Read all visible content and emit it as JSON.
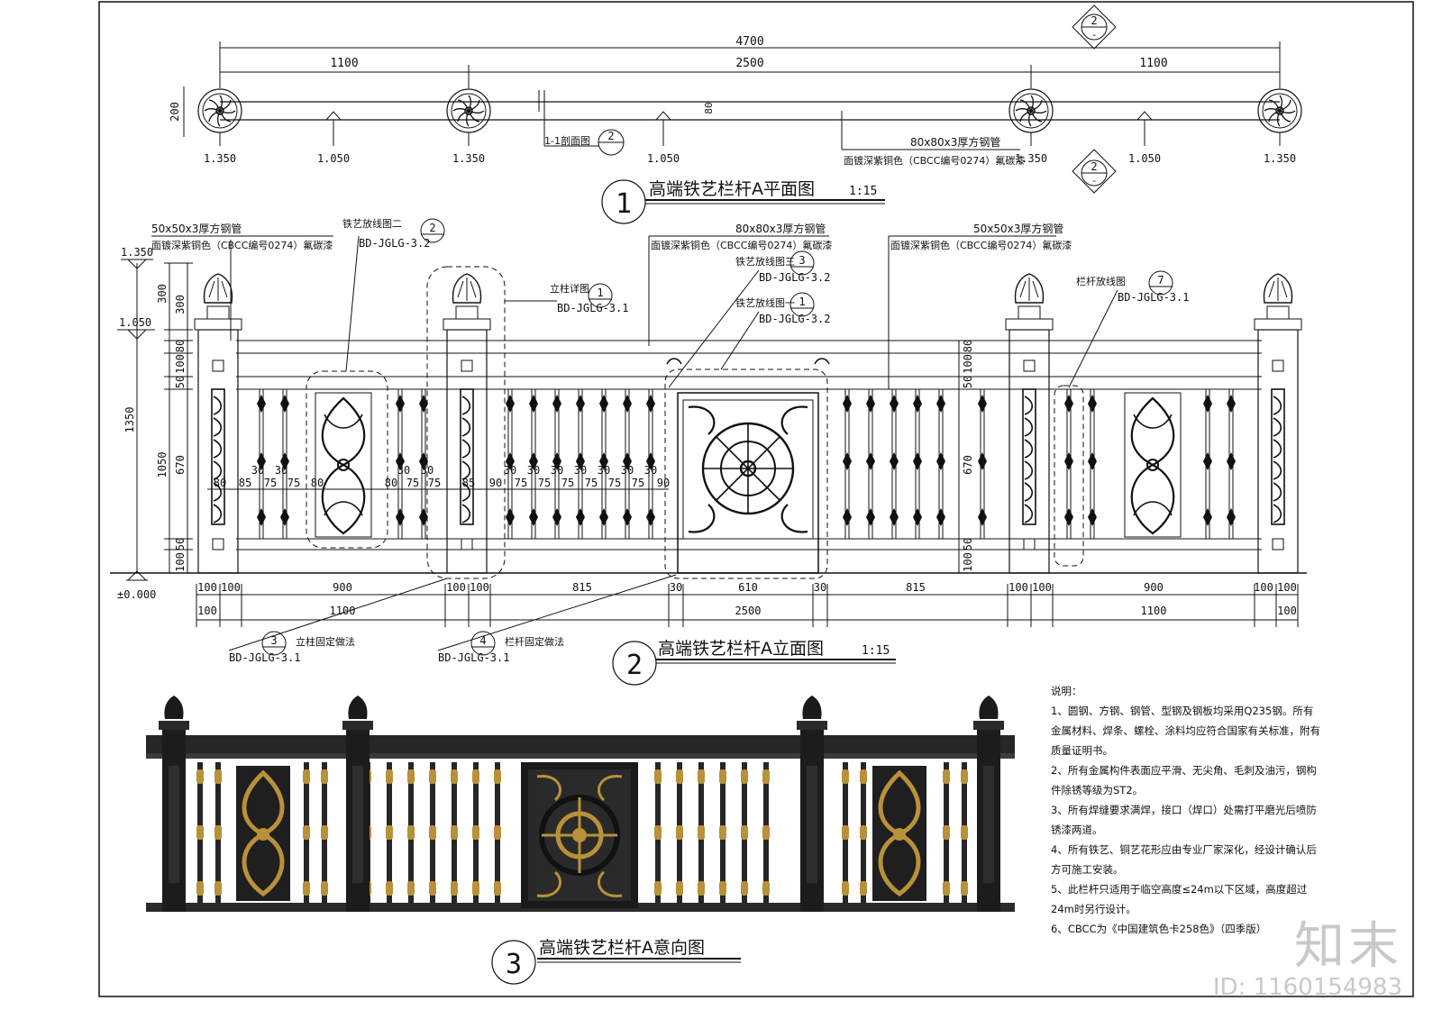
{
  "plan": {
    "title": "高端铁艺栏杆A平面图",
    "scale": "1:15",
    "number": "1",
    "dims": {
      "total": "4700",
      "left": "1100",
      "mid": "2500",
      "right": "1100",
      "depth": "200",
      "rail": "80"
    },
    "levels": [
      "1.350",
      "1.050",
      "1.350",
      "1.050",
      "1.350",
      "1.050",
      "1.350"
    ],
    "section_tag": "1-1剖面图",
    "section_no": "2",
    "section_marker": "2",
    "section_marker_sub": "-",
    "note_pipe": "80x80x3厚方钢管",
    "note_paint": "面镀深紫铜色（CBCC编号0274）氟碳漆"
  },
  "elevation": {
    "title": "高端铁艺栏杆A立面图",
    "scale": "1:15",
    "number": "2",
    "left_pipe": "50x50x3厚方钢管",
    "left_paint": "面镀深紫铜色（CBCC编号0274）氟碳漆",
    "mid_pipe": "80x80x3厚方钢管",
    "mid_paint": "面镀深紫铜色（CBCC编号0274）氟碳漆",
    "right_pipe": "50x50x3厚方钢管",
    "right_paint": "面镀深紫铜色（CBCC编号0274）氟碳漆",
    "callouts": [
      {
        "label": "铁艺放线图二",
        "no": "2",
        "ref": "BD-JGLG-3.2"
      },
      {
        "label": "立柱详图",
        "no": "1",
        "ref": "BD-JGLG-3.1"
      },
      {
        "label": "铁艺放线图三",
        "no": "3",
        "ref": "BD-JGLG-3.2"
      },
      {
        "label": "铁艺放线图一",
        "no": "1",
        "ref": "BD-JGLG-3.2"
      },
      {
        "label": "栏杆放线图",
        "no": "7",
        "ref": "BD-JGLG-3.1"
      },
      {
        "label": "立柱固定做法",
        "no": "3",
        "ref": "BD-JGLG-3.1"
      },
      {
        "label": "栏杆固定做法",
        "no": "4",
        "ref": "BD-JGLG-3.1"
      }
    ],
    "levels": {
      "top": "1.350",
      "rail": "1.050",
      "ground": "±0.000"
    },
    "vert_dims": [
      "300",
      "300",
      "80",
      "100",
      "50",
      "670",
      "50",
      "100",
      "1350",
      "1050"
    ],
    "vert_dims_right": [
      "80",
      "100",
      "50",
      "670",
      "50",
      "100"
    ],
    "horiz_dims_a": [
      "100",
      "100",
      "900",
      "100",
      "100",
      "815",
      "30",
      "610",
      "30",
      "815",
      "100",
      "100",
      "900",
      "100",
      "100"
    ],
    "horiz_dims_b": [
      "100",
      "1100",
      "2500",
      "1100",
      "100"
    ],
    "spacing_left": [
      "80",
      "85",
      "75",
      "75",
      "80"
    ],
    "spacing_left_top": [
      "30",
      "30"
    ],
    "spacing_mid": [
      "80",
      "75",
      "75",
      "85"
    ],
    "spacing_mid_top": [
      "30",
      "30"
    ],
    "spacing_right": [
      "90",
      "75",
      "75",
      "75",
      "75",
      "75",
      "75",
      "90"
    ],
    "spacing_right_top": [
      "30",
      "30",
      "30",
      "30",
      "30",
      "30",
      "30"
    ]
  },
  "perspective": {
    "title": "高端铁艺栏杆A意向图",
    "number": "3"
  },
  "notes": {
    "heading": "说明：",
    "items": [
      "1、圆钢、方钢、钢管、型钢及钢板均采用Q235钢。所有金属材料、焊条、螺栓、涂料均应符合国家有关标准，附有质量证明书。",
      "2、所有金属构件表面应平滑、无尖角、毛刺及油污，钢构件除锈等级为ST2。",
      "3、所有焊缝要求满焊，接口（焊口）处需打平磨光后喷防锈漆两道。",
      "4、所有铁艺、铜艺花形应由专业厂家深化，经设计确认后方可施工安装。",
      "5、此栏杆只适用于临空高度≤24m以下区域，高度超过24m时另行设计。",
      "6、CBCC为《中国建筑色卡258色》（四季版）"
    ]
  },
  "watermark": {
    "logo": "知末",
    "id": "ID: 1160154983"
  },
  "colors": {
    "line": "#111111",
    "post": "#1c1c1c",
    "gold": "#b8913a",
    "paper": "#ffffff"
  }
}
